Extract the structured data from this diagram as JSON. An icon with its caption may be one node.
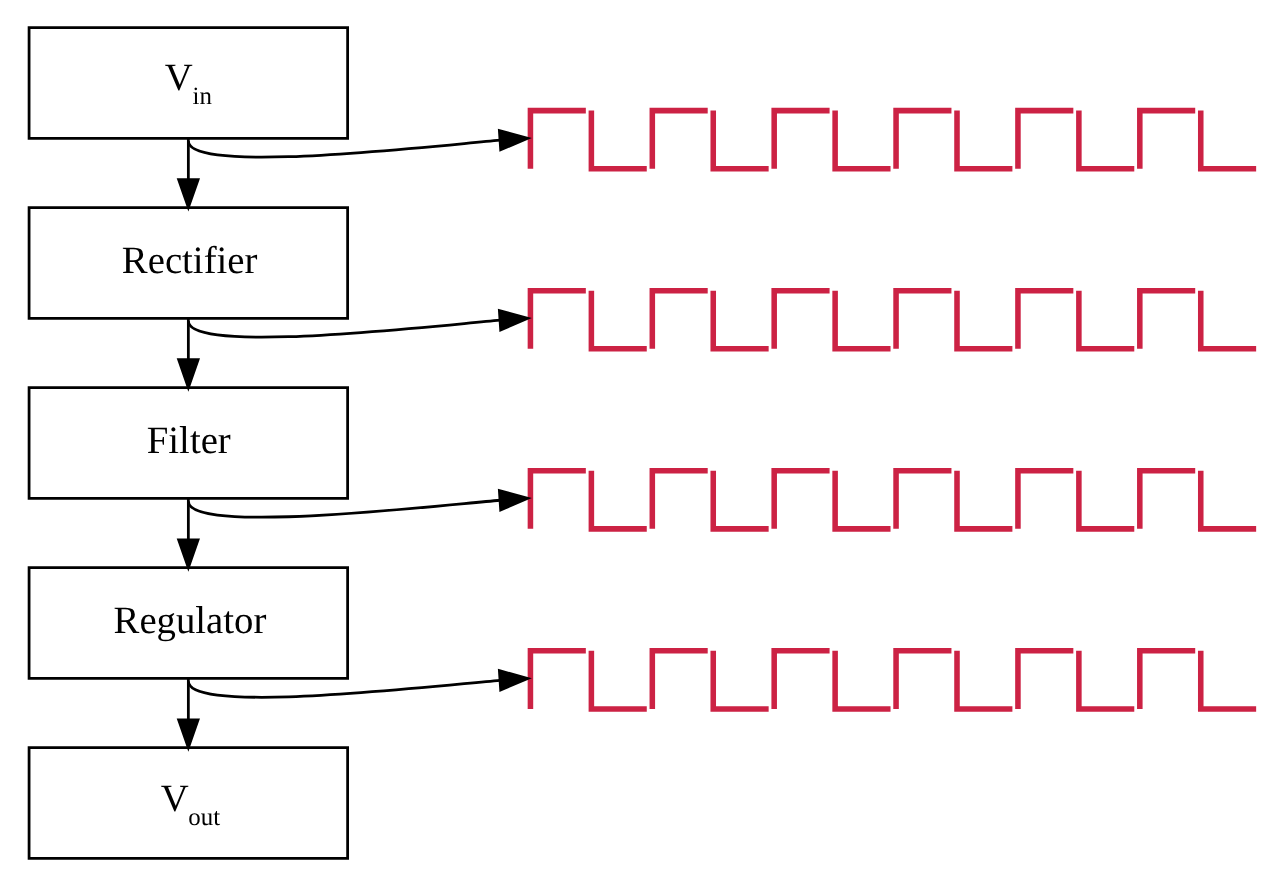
{
  "diagram": {
    "nodes": [
      {
        "text": [
          "V$_{in}$"
        ]
      },
      {
        "text": [
          "Rectifier"
        ]
      },
      {
        "text": [
          "Filter"
        ]
      },
      {
        "text": [
          "Regulator"
        ]
      },
      {
        "text": [
          "V$_{out}$"
        ]
      },
      {
        "text": [],
        "shape": "picture"
      },
      {
        "text": [],
        "shape": "picture"
      },
      {
        "text": [],
        "shape": "picture"
      },
      {
        "text": [],
        "shape": "picture"
      }
    ],
    "edges": [
      {
        "from": 0,
        "to": 1,
        "arrow": "to"
      },
      {
        "from": 0,
        "to": 5,
        "arrow": "to"
      },
      {
        "from": 1,
        "to": 2,
        "arrow": "to"
      },
      {
        "from": 1,
        "to": 6,
        "arrow": "to"
      },
      {
        "from": 2,
        "to": 3,
        "arrow": "to"
      },
      {
        "from": 2,
        "to": 7,
        "arrow": "to"
      },
      {
        "from": 3,
        "to": 4,
        "arrow": "to"
      },
      {
        "from": 3,
        "to": 8,
        "arrow": "to"
      }
    ]
  }
}
